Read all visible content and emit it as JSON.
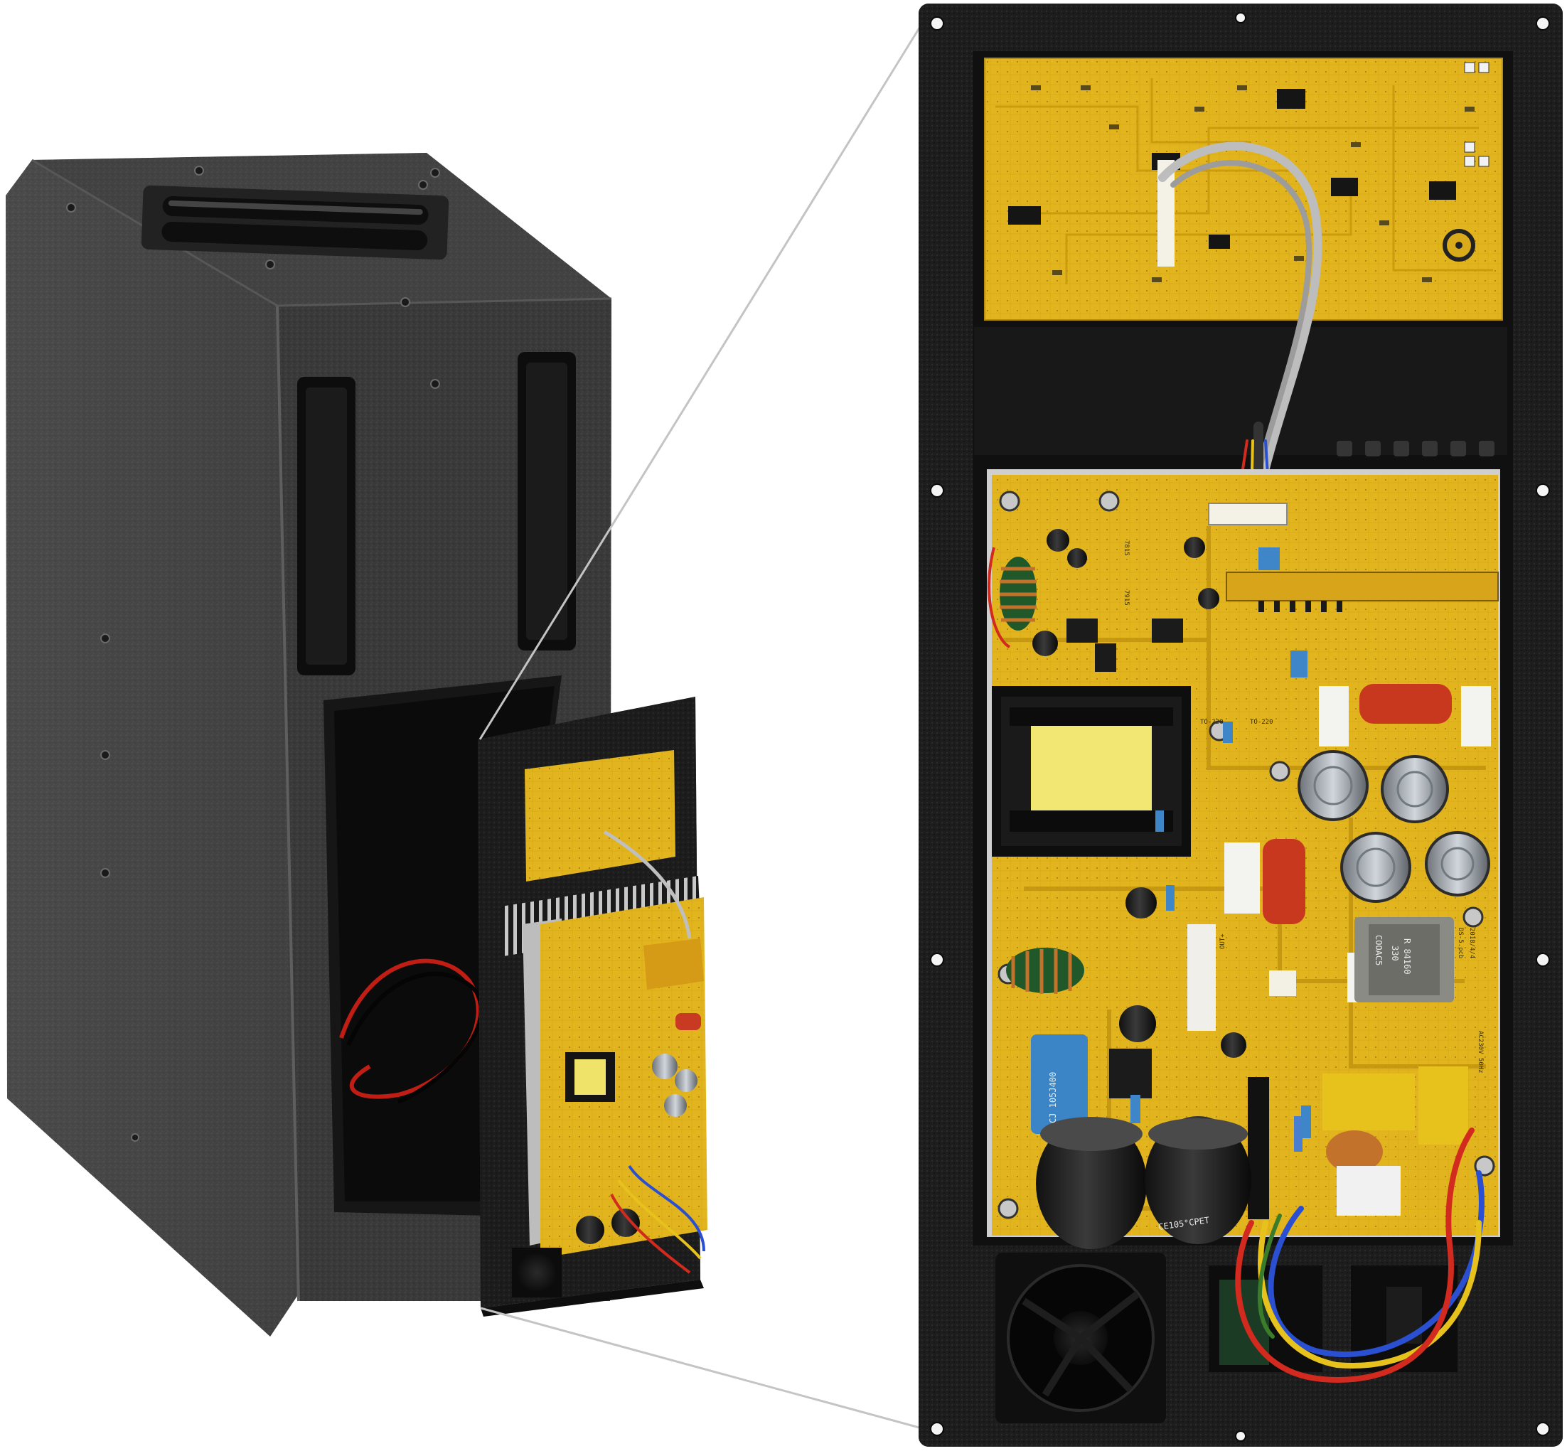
{
  "scene": {
    "description_free": true,
    "colors": {
      "background": "#ffffff",
      "cabinet": "#3a3a3a",
      "panel": "#1c1c1c",
      "pcb": "#e3b820",
      "heatsink": "#b9b9b9",
      "wire_red": "#d22a1e",
      "wire_blue": "#2a4fd0",
      "wire_yellow": "#e8c21c",
      "capacitor": "#aab3bb"
    }
  },
  "board_labels": {
    "board_rev": "2018/4/4",
    "board_model": "DS-5.pcb",
    "ac_rating": "AC230V 50Hz",
    "cap_text": "CE105°CPET",
    "film_cap": "CJ 105J400",
    "inductor_core": "COOAC5",
    "inductor_code": "330",
    "relay_code": "R 84160",
    "ic_a": "7815",
    "ic_b": "7915",
    "out_label": "OUT+",
    "tr_a": "TO-220",
    "tr_b": "TO-220"
  }
}
